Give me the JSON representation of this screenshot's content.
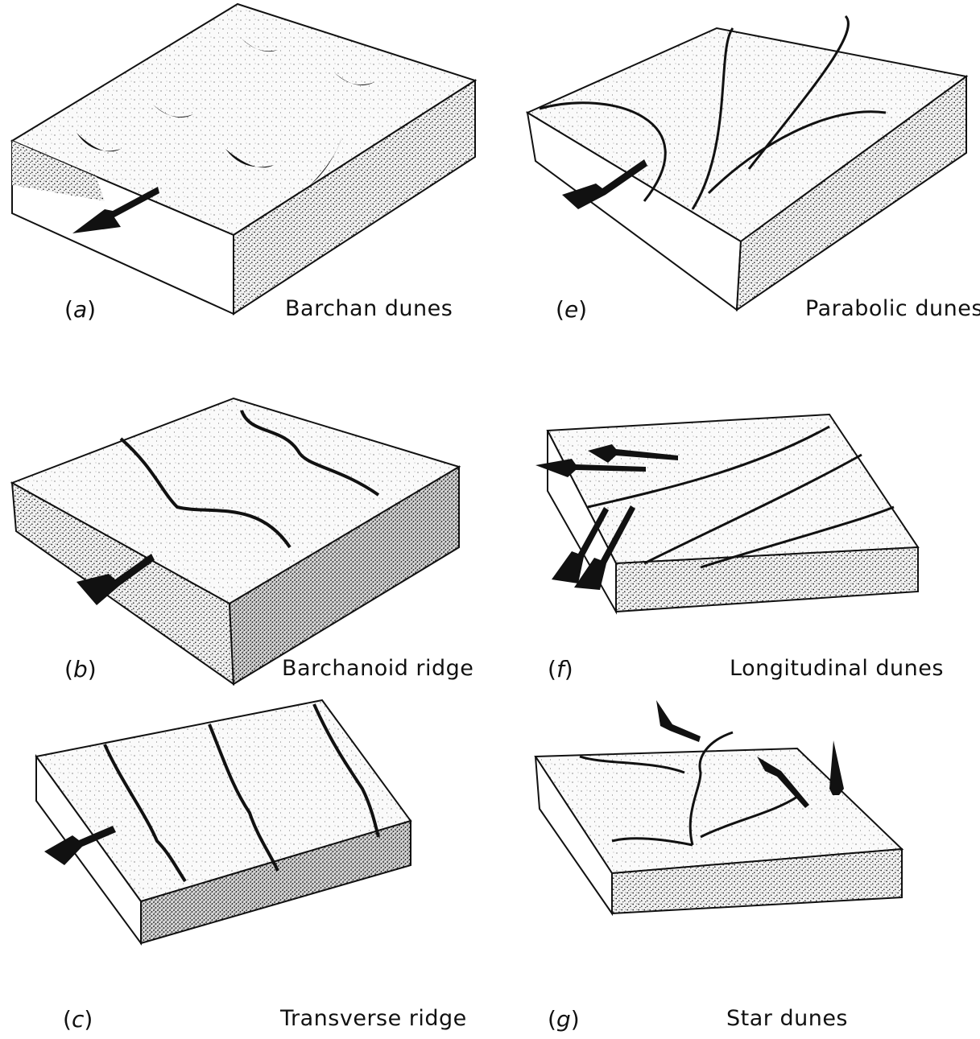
{
  "panels": {
    "a": {
      "letter": "a",
      "caption": "Barchan dunes"
    },
    "e": {
      "letter": "e",
      "caption": "Parabolic dunes"
    },
    "b": {
      "letter": "b",
      "caption": "Barchanoid ridge"
    },
    "f": {
      "letter": "f",
      "caption": "Longitudinal dunes"
    },
    "c": {
      "letter": "c",
      "caption": "Transverse ridge"
    },
    "g": {
      "letter": "g",
      "caption": "Star dunes"
    }
  },
  "colors": {
    "ink": "#111111",
    "paper": "#ffffff",
    "sand": "#f4f4f4",
    "stipple": "#333333"
  },
  "icons": {
    "wind": "wind-direction-arrow-icon"
  }
}
